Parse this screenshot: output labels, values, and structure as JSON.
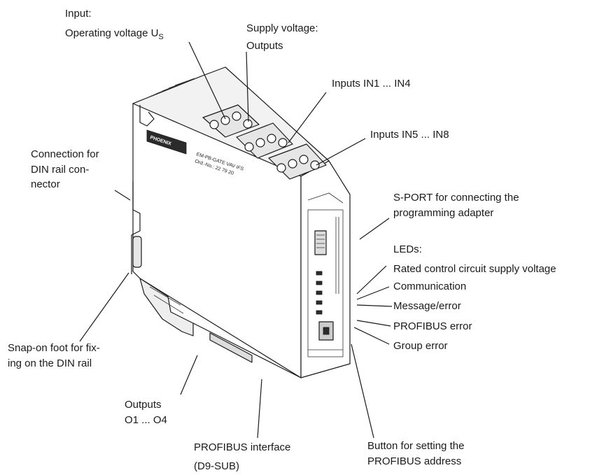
{
  "colors": {
    "outline": "#1a1a1a",
    "text": "#1a1a1a",
    "face": "#ffffff",
    "shade": "#e6e6e6",
    "dark": "#2b2b2b"
  },
  "device": {
    "logo_text": "PHOENIX",
    "label_line1": "EM-PB-GATE VAV IFS",
    "label_line2": "Ord.-No.: 22 79 20"
  },
  "labels": {
    "input_title": "Input:",
    "operating_voltage": "Operating voltage U",
    "operating_voltage_sub": "S",
    "supply_voltage": "Supply voltage:",
    "outputs_top": "Outputs",
    "inputs_1_4": "Inputs IN1 ... IN4",
    "inputs_5_8": "Inputs IN5 ... IN8",
    "connection_line1": "Connection for",
    "connection_line2": "DIN rail con-",
    "connection_line3": "nector",
    "sport_line1": "S-PORT for connecting the",
    "sport_line2": "programming adapter",
    "leds_title": "LEDs:",
    "led_rated": "Rated control circuit supply voltage",
    "led_communication": "Communication",
    "led_message": "Message/error",
    "led_profibus": "PROFIBUS error",
    "led_group": "Group error",
    "snap_line1": "Snap-on foot for fix-",
    "snap_line2": "ing on the DIN rail",
    "outputs_bottom_line1": "Outputs",
    "outputs_bottom_line2": "O1 ... O4",
    "profibus_line1": "PROFIBUS interface",
    "profibus_line2": "(D9-SUB)",
    "button_line1": "Button for setting the",
    "button_line2": "PROFIBUS address"
  }
}
